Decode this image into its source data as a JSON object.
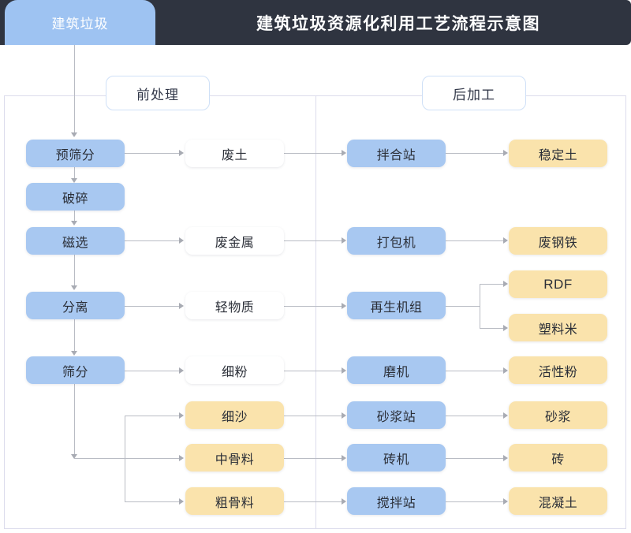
{
  "header": {
    "tab_label": "建筑垃圾",
    "title": "建筑垃圾资源化利用工艺流程示意图",
    "bar_color": "#2f3440",
    "tab_color": "#9ec3f2"
  },
  "sections": {
    "pre": "前处理",
    "post": "后加工"
  },
  "palette": {
    "blue": "#a8c8f1",
    "white": "#ffffff",
    "yellow": "#fae3ac",
    "line": "#b9bcc4",
    "panel_border": "#dcdcec"
  },
  "chart_data": {
    "type": "diagram",
    "title": "建筑垃圾资源化利用工艺流程示意图",
    "nodes": [
      {
        "id": "n1",
        "label": "预筛分",
        "column": 1,
        "color": "blue"
      },
      {
        "id": "n2",
        "label": "破碎",
        "column": 1,
        "color": "blue"
      },
      {
        "id": "n3",
        "label": "磁选",
        "column": 1,
        "color": "blue"
      },
      {
        "id": "n4",
        "label": "分离",
        "column": 1,
        "color": "blue"
      },
      {
        "id": "n5",
        "label": "筛分",
        "column": 1,
        "color": "blue"
      },
      {
        "id": "m1",
        "label": "废土",
        "column": 2,
        "color": "white"
      },
      {
        "id": "m2",
        "label": "废金属",
        "column": 2,
        "color": "white"
      },
      {
        "id": "m3",
        "label": "轻物质",
        "column": 2,
        "color": "white"
      },
      {
        "id": "m4",
        "label": "细粉",
        "column": 2,
        "color": "white"
      },
      {
        "id": "m5",
        "label": "细沙",
        "column": 2,
        "color": "yellow"
      },
      {
        "id": "m6",
        "label": "中骨料",
        "column": 2,
        "color": "yellow"
      },
      {
        "id": "m7",
        "label": "粗骨料",
        "column": 2,
        "color": "yellow"
      },
      {
        "id": "p1",
        "label": "拌合站",
        "column": 3,
        "color": "blue"
      },
      {
        "id": "p2",
        "label": "打包机",
        "column": 3,
        "color": "blue"
      },
      {
        "id": "p3",
        "label": "再生机组",
        "column": 3,
        "color": "blue"
      },
      {
        "id": "p4",
        "label": "磨机",
        "column": 3,
        "color": "blue"
      },
      {
        "id": "p5",
        "label": "砂浆站",
        "column": 3,
        "color": "blue"
      },
      {
        "id": "p6",
        "label": "砖机",
        "column": 3,
        "color": "blue"
      },
      {
        "id": "p7",
        "label": "搅拌站",
        "column": 3,
        "color": "blue"
      },
      {
        "id": "o1",
        "label": "稳定土",
        "column": 4,
        "color": "yellow"
      },
      {
        "id": "o2",
        "label": "废钢铁",
        "column": 4,
        "color": "yellow"
      },
      {
        "id": "o3",
        "label": "RDF",
        "column": 4,
        "color": "yellow"
      },
      {
        "id": "o4",
        "label": "塑料米",
        "column": 4,
        "color": "yellow"
      },
      {
        "id": "o5",
        "label": "活性粉",
        "column": 4,
        "color": "yellow"
      },
      {
        "id": "o6",
        "label": "砂浆",
        "column": 4,
        "color": "yellow"
      },
      {
        "id": "o7",
        "label": "砖",
        "column": 4,
        "color": "yellow"
      },
      {
        "id": "o8",
        "label": "混凝土",
        "column": 4,
        "color": "yellow"
      }
    ],
    "edges": [
      {
        "from": "source",
        "to": "n1"
      },
      {
        "from": "n1",
        "to": "n2"
      },
      {
        "from": "n2",
        "to": "n3"
      },
      {
        "from": "n3",
        "to": "n4"
      },
      {
        "from": "n4",
        "to": "n5"
      },
      {
        "from": "n1",
        "to": "m1"
      },
      {
        "from": "n3",
        "to": "m2"
      },
      {
        "from": "n4",
        "to": "m3"
      },
      {
        "from": "n5",
        "to": "m4"
      },
      {
        "from": "n5",
        "to": "m5"
      },
      {
        "from": "n5",
        "to": "m6"
      },
      {
        "from": "n5",
        "to": "m7"
      },
      {
        "from": "m1",
        "to": "p1"
      },
      {
        "from": "m2",
        "to": "p2"
      },
      {
        "from": "m3",
        "to": "p3"
      },
      {
        "from": "m4",
        "to": "p4"
      },
      {
        "from": "m5",
        "to": "p5"
      },
      {
        "from": "m6",
        "to": "p6"
      },
      {
        "from": "m7",
        "to": "p7"
      },
      {
        "from": "p1",
        "to": "o1"
      },
      {
        "from": "p2",
        "to": "o2"
      },
      {
        "from": "p3",
        "to": "o3"
      },
      {
        "from": "p3",
        "to": "o4"
      },
      {
        "from": "p4",
        "to": "o5"
      },
      {
        "from": "p5",
        "to": "o6"
      },
      {
        "from": "p6",
        "to": "o7"
      },
      {
        "from": "p7",
        "to": "o8"
      }
    ]
  }
}
